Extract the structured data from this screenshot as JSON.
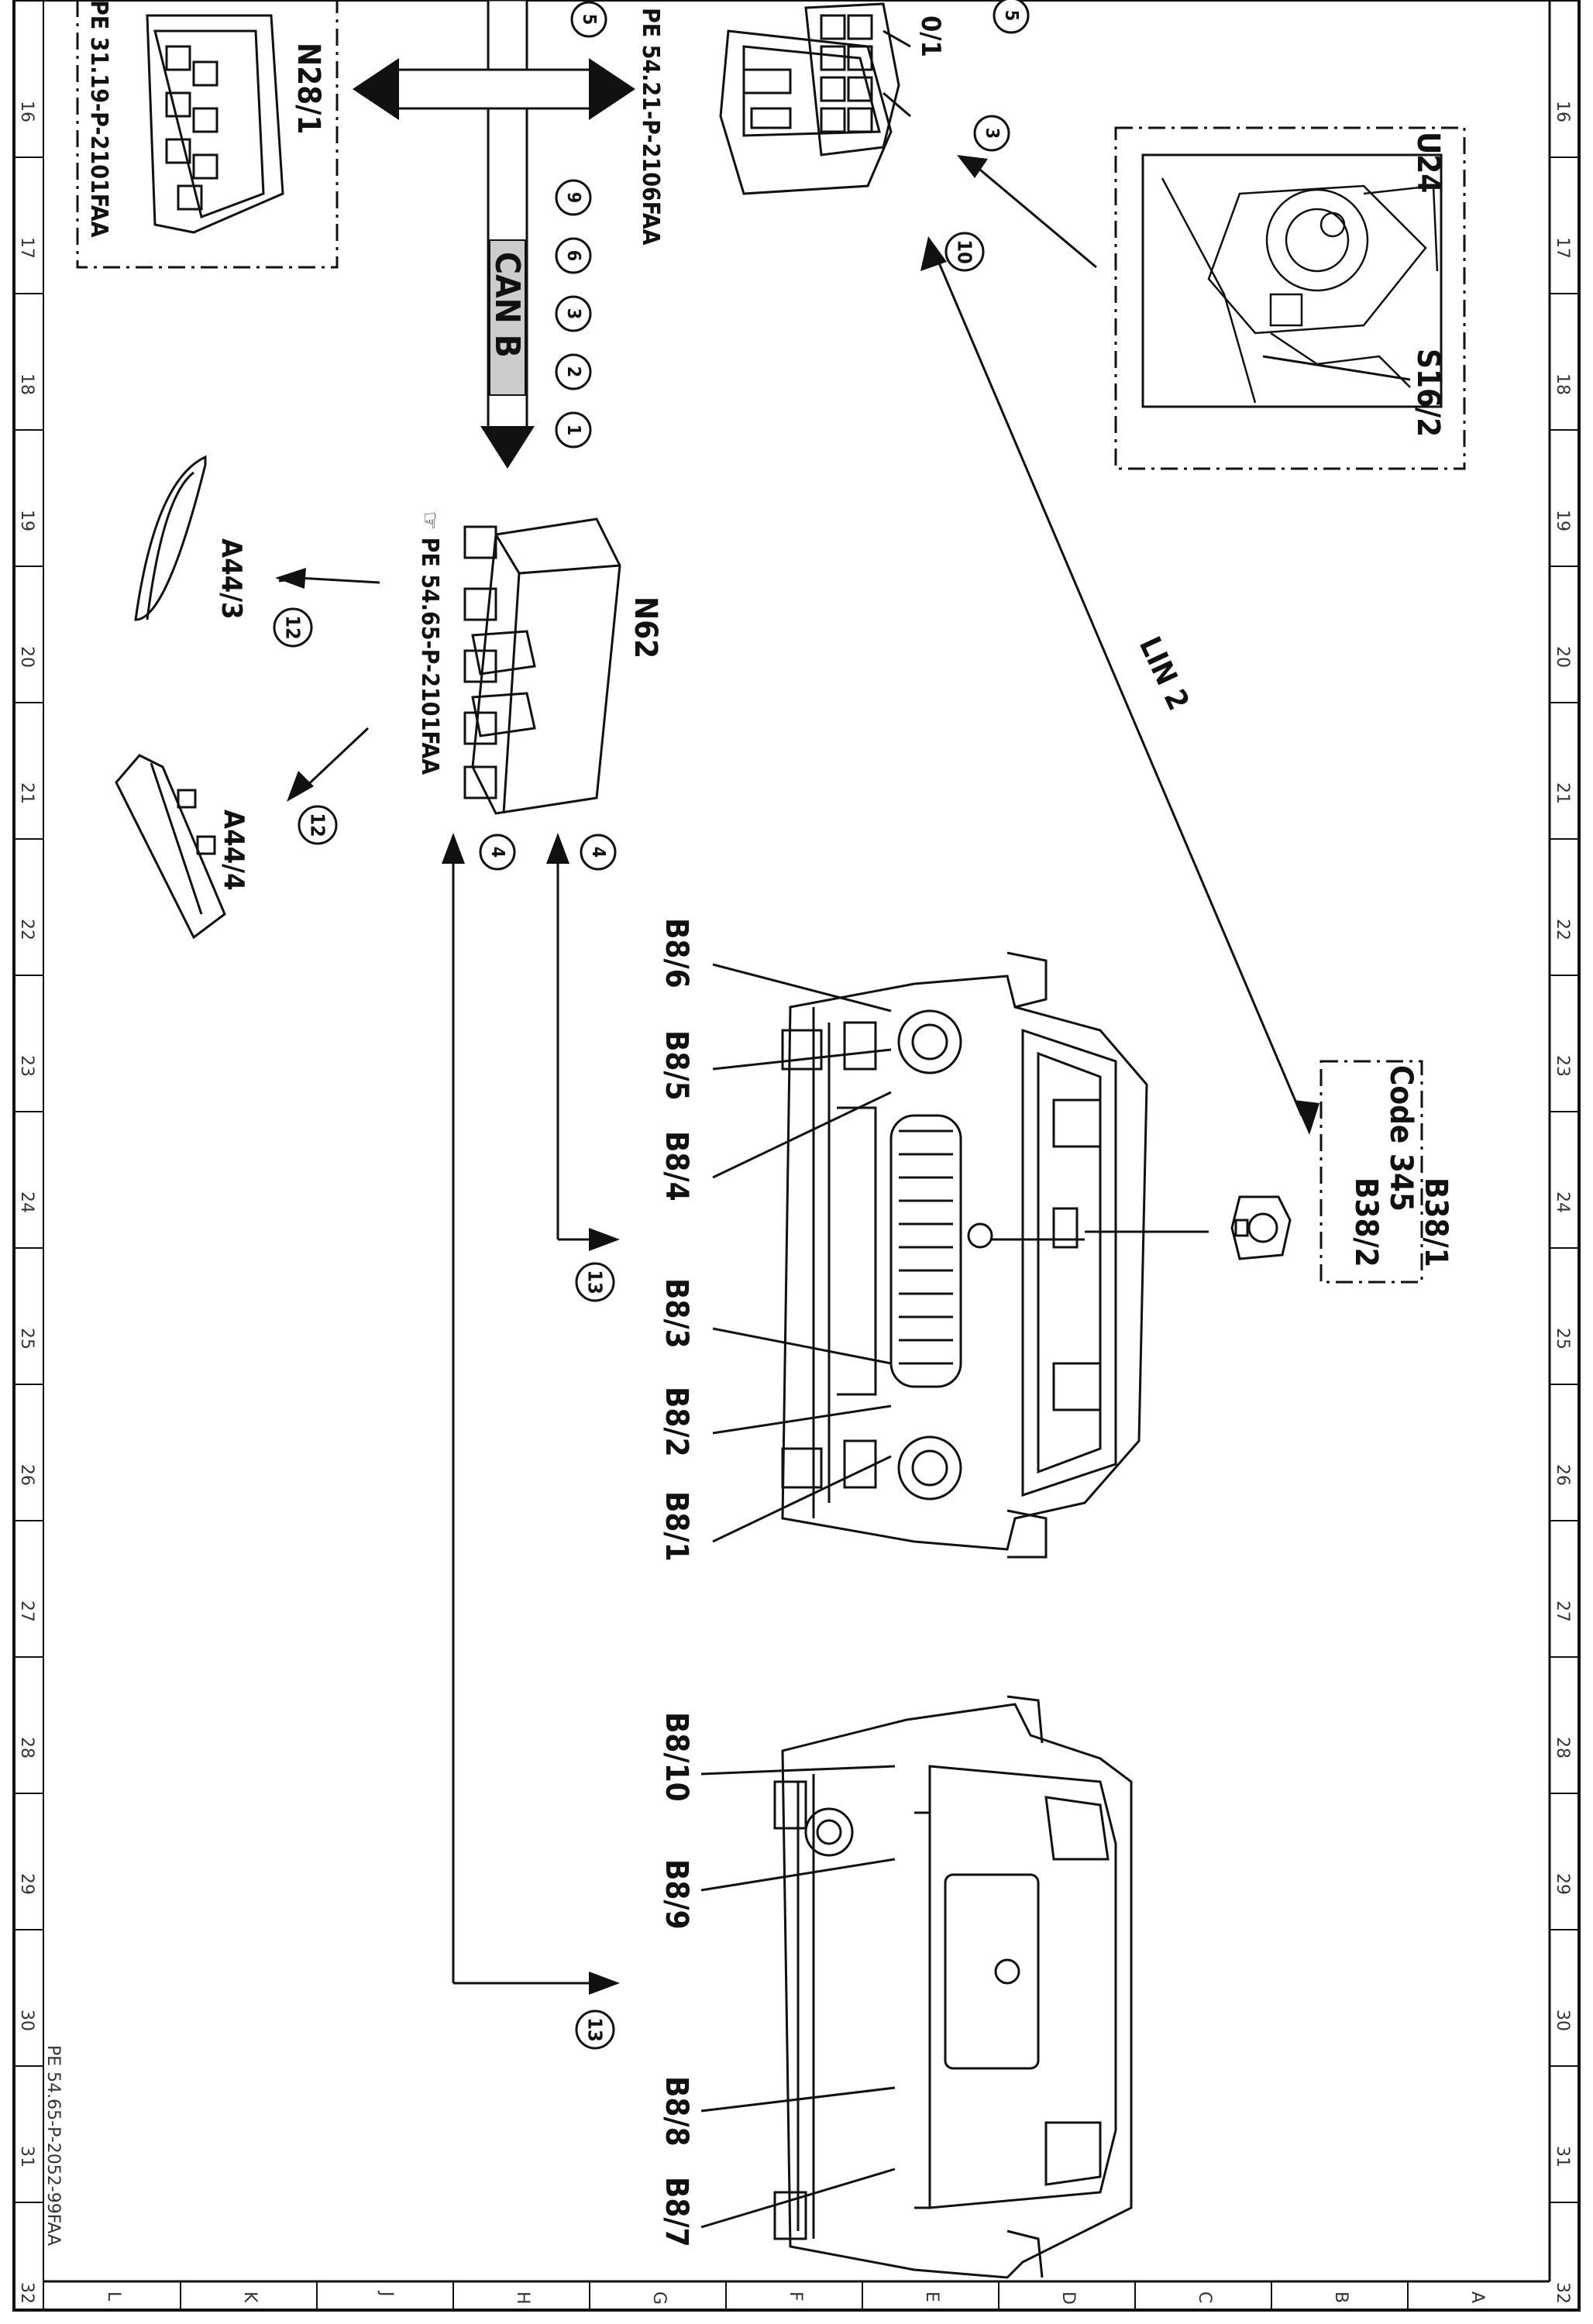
{
  "grid": {
    "side_numbers": [
      "16",
      "17",
      "18",
      "19",
      "20",
      "21",
      "22",
      "23",
      "24",
      "25",
      "26",
      "27",
      "28",
      "29",
      "30",
      "31",
      "32"
    ],
    "bottom_letters": [
      "L",
      "K",
      "J",
      "H",
      "G",
      "F",
      "E",
      "D",
      "C",
      "B",
      "A"
    ]
  },
  "components": {
    "n28": "N28/1",
    "n62": "N62",
    "u24": "U24",
    "s16": "S16/2",
    "a44_3": "A44/3",
    "a44_4": "A44/4",
    "b38_1": "B38/1",
    "b38_code": "Code 345",
    "b38_2": "B38/2",
    "top_partial": "0/1",
    "front_sensors": [
      "B8/6",
      "B8/5",
      "B8/4",
      "B8/3",
      "B8/2",
      "B8/1"
    ],
    "rear_sensors": [
      "B8/10",
      "B8/9",
      "B8/8",
      "B8/7"
    ]
  },
  "references": {
    "n28_pe": "PE 31.19-P-2101FAA",
    "top_pe": "PE 54.21-P-2106FAA",
    "n62_pe": "☞ PE 54.65-P-2101FAA",
    "document_id": "PE 54.65-P-2052-99FAA"
  },
  "buses": {
    "can": "CAN B",
    "lin": "LIN 2"
  },
  "circles": {
    "c5a": "5",
    "c5b": "5",
    "c3": "3",
    "c10": "10",
    "can_group": [
      "9",
      "6",
      "3",
      "2",
      "1"
    ],
    "c12a": "12",
    "c12b": "12",
    "c4a": "4",
    "c4b": "4",
    "c13a": "13",
    "c13b": "13"
  }
}
